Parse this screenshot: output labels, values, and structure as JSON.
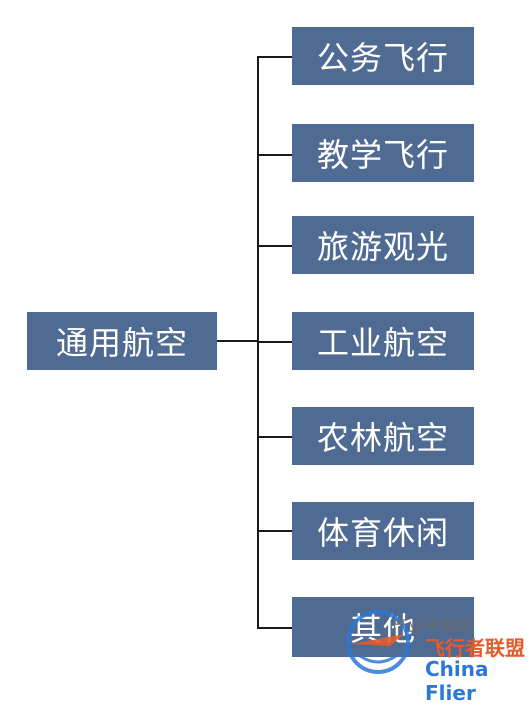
{
  "diagram": {
    "root": {
      "label": "通用航空"
    },
    "children": [
      {
        "label": "公务飞行"
      },
      {
        "label": "教学飞行"
      },
      {
        "label": "旅游观光"
      },
      {
        "label": "工业航空"
      },
      {
        "label": "农林航空"
      },
      {
        "label": "体育休闲"
      },
      {
        "label": "其他"
      }
    ]
  },
  "watermark": {
    "line1": "产业研究院",
    "line2": "飞行者联盟",
    "line3": "China Flier"
  },
  "colors": {
    "node_fill": "#4f6b93",
    "node_text": "#ffffff",
    "connector": "#1a1a1a",
    "watermark_orange": "#e65b2a",
    "watermark_blue": "#2b78d6"
  }
}
